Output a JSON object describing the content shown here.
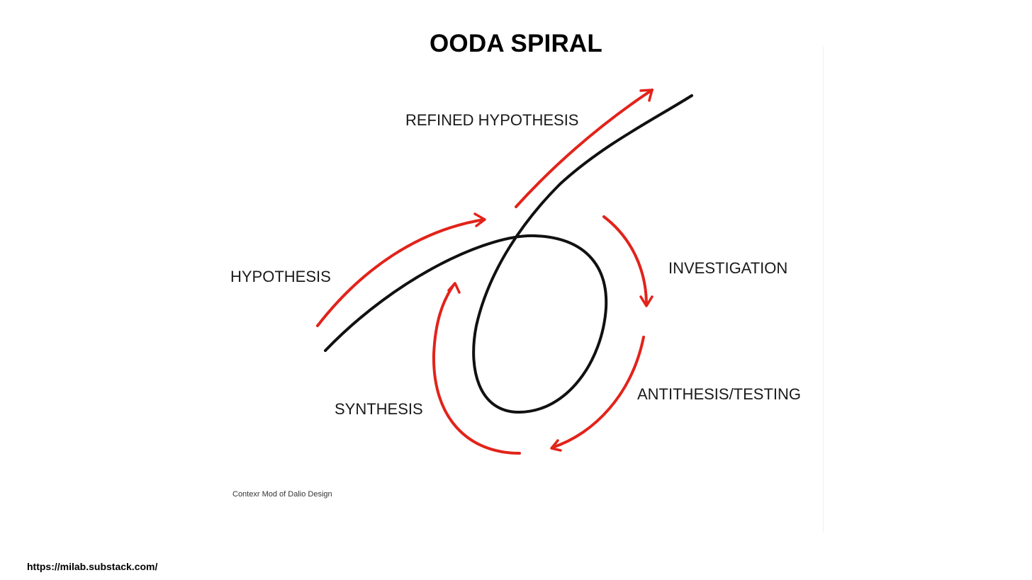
{
  "title": "OODA SPIRAL",
  "labels": {
    "refined_hypothesis": "REFINED HYPOTHESIS",
    "hypothesis": "HYPOTHESIS",
    "investigation": "INVESTIGATION",
    "antithesis_testing": "ANTITHESIS/TESTING",
    "synthesis": "SYNTHESIS"
  },
  "credit": "Contexr Mod of Dalio Design",
  "source_url": "https://milab.substack.com/",
  "colors": {
    "spiral": "#111111",
    "arrows": "#e2231a",
    "text": "#1a1a1a"
  }
}
